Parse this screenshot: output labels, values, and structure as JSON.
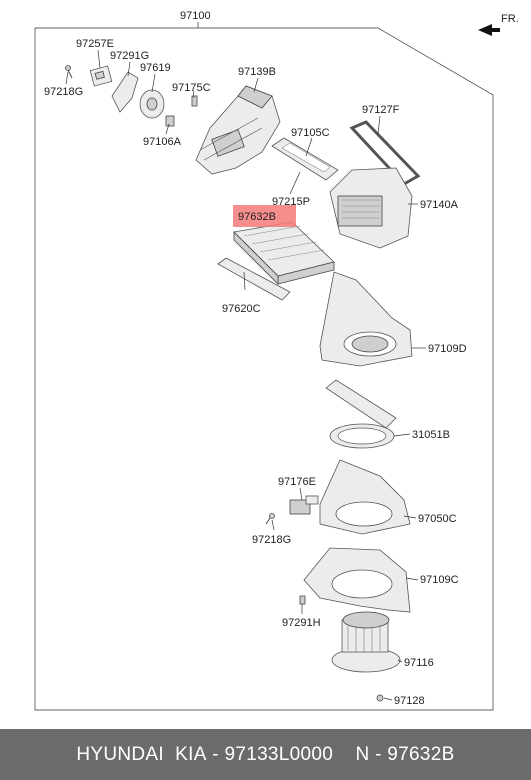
{
  "diagram": {
    "assembly_number": "97100",
    "direction_label": "FR.",
    "highlighted_part": "97632B",
    "callouts": [
      "97257E",
      "97291G",
      "97619",
      "97218G",
      "97175C",
      "97139B",
      "97106A",
      "97127F",
      "97105C",
      "97215P",
      "97140A",
      "97632B",
      "97620C",
      "97109D",
      "31051B",
      "97176E",
      "97050C",
      "97218G",
      "97109C",
      "97291H",
      "97116",
      "97128"
    ]
  },
  "footer": {
    "brand": "HYUNDAI  KIA",
    "part_number": "97133L0000",
    "separator": " - ",
    "ref_prefix": "N",
    "ref_number": "97632B"
  },
  "colors": {
    "highlight": "#f47a7a",
    "footer_bg": "#6b6b6b",
    "footer_text": "#ffffff"
  }
}
